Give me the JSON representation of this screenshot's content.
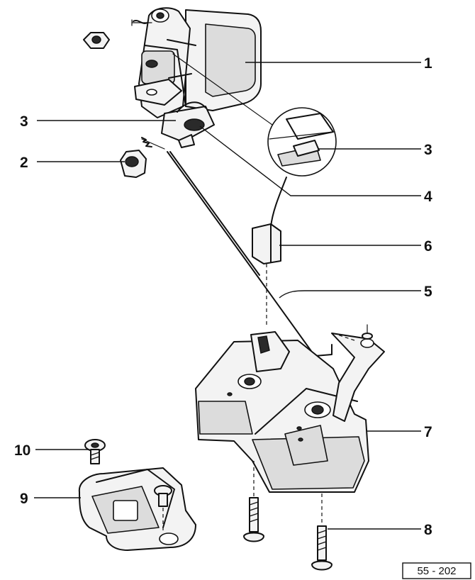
{
  "callouts": [
    "1",
    "2",
    "3",
    "3",
    "4",
    "5",
    "6",
    "7",
    "8",
    "9",
    "10"
  ],
  "figure_ref": "55 - 202"
}
